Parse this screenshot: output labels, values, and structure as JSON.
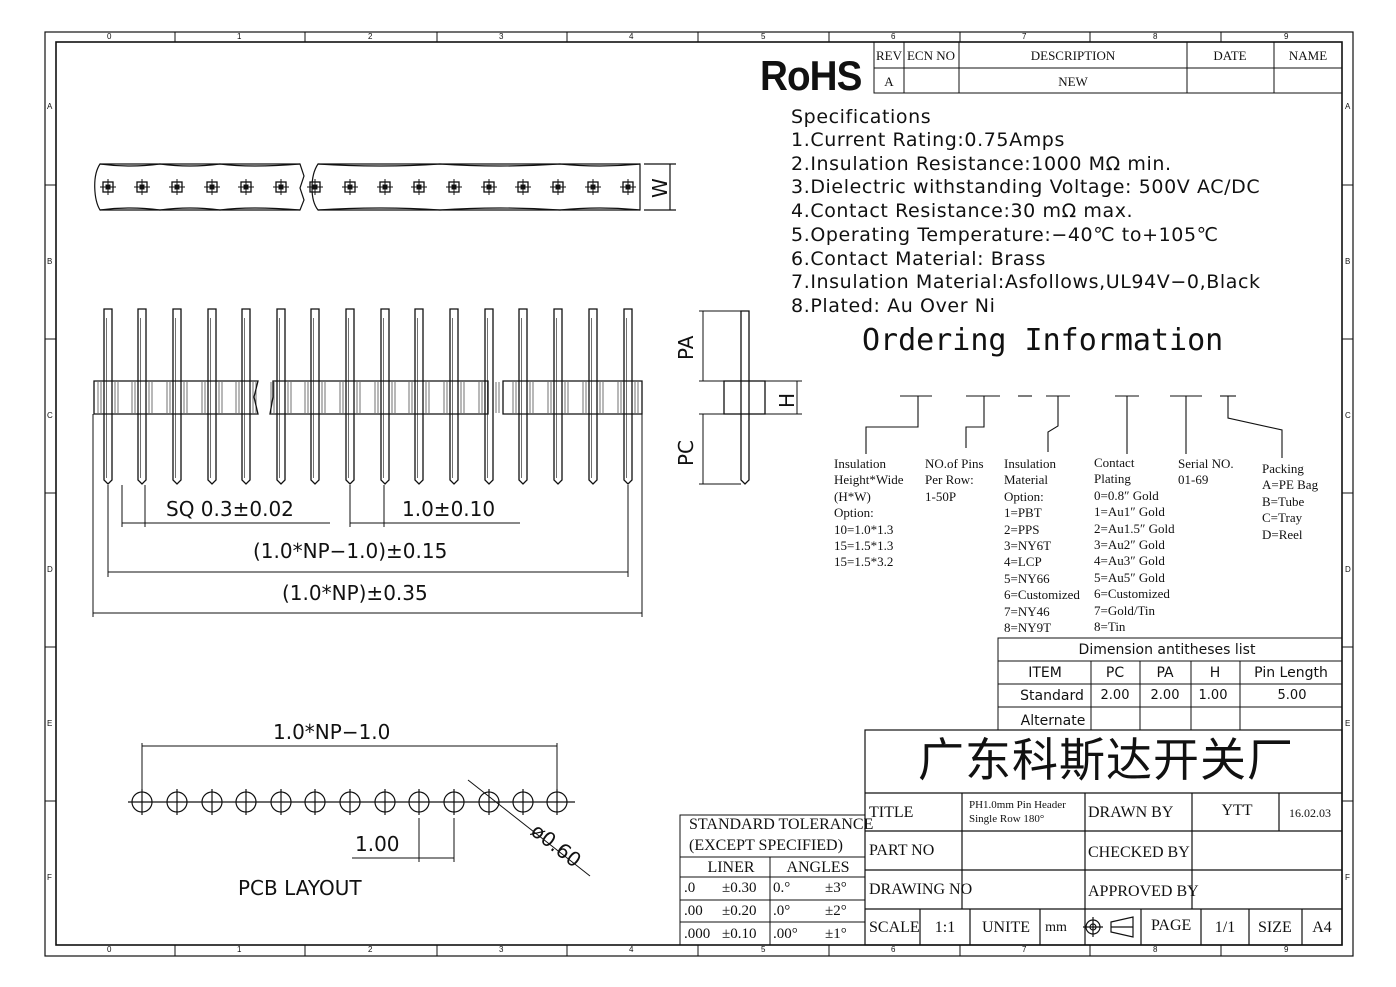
{
  "border": {
    "cols": [
      "0",
      "1",
      "2",
      "3",
      "4",
      "5",
      "6",
      "7",
      "8",
      "9"
    ],
    "rows": [
      "A",
      "B",
      "C",
      "D",
      "E",
      "F"
    ]
  },
  "rohs": "RoHS",
  "revision": {
    "headers": [
      "REV",
      "ECN NO",
      "DESCRIPTION",
      "DATE",
      "NAME"
    ],
    "row": [
      "A",
      "",
      "NEW",
      "",
      ""
    ]
  },
  "specifications": {
    "title": "Specifications",
    "items": [
      "1.Current  Rating:0.75Amps",
      "2.Insulation  Resistance:1000  MΩ  min.",
      "3.Dielectric  withstanding  Voltage:  500V AC/DC",
      "4.Contact  Resistance:30  mΩ  max.",
      "5.Operating  Temperature:−40℃  to+105℃",
      "6.Contact  Material:  Brass",
      "7.Insulation  Material:Asfollows,UL94V−0,Black",
      "8.Plated:  Au  Over  Ni"
    ]
  },
  "ordering": {
    "title": "Ordering  Information",
    "groups": [
      {
        "lines": [
          "Insulation",
          "Height*Wide",
          "(H*W)",
          "Option:",
          "10=1.0*1.3",
          "15=1.5*1.3",
          "15=1.5*3.2"
        ]
      },
      {
        "lines": [
          "NO.of Pins",
          "Per Row:",
          "1-50P"
        ]
      },
      {
        "lines": [
          "Insulation",
          "Material",
          "Option:",
          "1=PBT",
          "2=PPS",
          "3=NY6T",
          "4=LCP",
          "5=NY66",
          "6=Customized",
          "7=NY46",
          "8=NY9T"
        ]
      },
      {
        "lines": [
          "Contact",
          "Plating",
          "0=0.8″ Gold",
          "1=Au1″ Gold",
          "2=Au1.5″ Gold",
          "3=Au2″ Gold",
          "4=Au3″ Gold",
          "5=Au5″ Gold",
          "6=Customized",
          "7=Gold/Tin",
          "8=Tin"
        ]
      },
      {
        "lines": [
          "Serial NO.",
          "01-69"
        ]
      },
      {
        "lines": [
          "Packing",
          "A=PE Bag",
          "B=Tube",
          "C=Tray",
          "D=Reel"
        ]
      }
    ]
  },
  "dimension_table": {
    "title": "Dimension antitheses list",
    "headers": [
      "ITEM",
      "PC",
      "PA",
      "H",
      "Pin Length"
    ],
    "rows": [
      [
        "Standard",
        "2.00",
        "2.00",
        "1.00",
        "5.00"
      ],
      [
        "Alternate",
        "",
        "",
        "",
        ""
      ]
    ]
  },
  "drawing_labels": {
    "w": "W",
    "pa": "PA",
    "pc": "PC",
    "h": "H",
    "sq": "SQ  0.3±0.02",
    "pitch": "1.0±0.10",
    "np_minus": "(1.0*NP−1.0)±0.15",
    "np_total": "(1.0*NP)±0.35",
    "pcb_span": "1.0*NP−1.0",
    "pcb_pitch": "1.00",
    "hole": "ø0.60",
    "pcb_layout": "PCB  LAYOUT"
  },
  "company": "广东科斯达开关厂",
  "tolerance": {
    "title1": "STANDARD  TOLERANCE",
    "title2": "(EXCEPT   SPECIFIED)",
    "col1": "LINER",
    "col2": "ANGLES",
    "rows": [
      [
        ".0",
        "±0.30",
        "0.°",
        "±3°"
      ],
      [
        ".00",
        "±0.20",
        ".0°",
        "±2°"
      ],
      [
        ".000",
        "±0.10",
        ".00°",
        "±1°"
      ]
    ]
  },
  "title_block": {
    "title_label": "TITLE",
    "title_value_1": "PH1.0mm Pin Header",
    "title_value_2": "Single Row 180°",
    "drawn_by_label": "DRAWN BY",
    "drawn_by": "YTT",
    "date": "16.02.03",
    "part_no_label": "PART NO",
    "checked_by_label": "CHECKED BY",
    "drawing_no_label": "DRAWING NO",
    "approved_by_label": "APPROVED BY",
    "scale_label": "SCALE",
    "scale": "1:1",
    "unite_label": "UNITE",
    "unite": "mm",
    "page_label": "PAGE",
    "page": "1/1",
    "size_label": "SIZE",
    "size": "A4"
  }
}
